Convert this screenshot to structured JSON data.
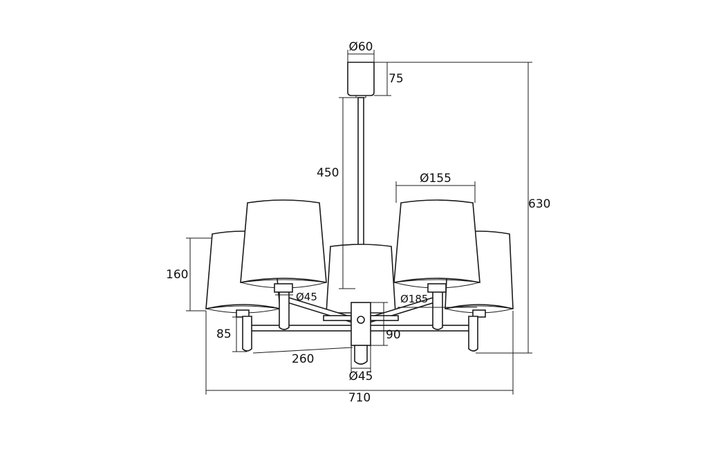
{
  "drawing": {
    "colors": {
      "line": "#1a1a1a",
      "background": "#ffffff"
    },
    "dimensions": {
      "canopy_diameter": "Ø60",
      "canopy_height": "75",
      "rod_length": "450",
      "total_height": "630",
      "shade_top_diameter": "Ø155",
      "shade_height": "160",
      "holder_diameter": "Ø45",
      "shade_bottom_diameter": "Ø185",
      "arm_drop": "85",
      "arm_length": "260",
      "hub_height": "90",
      "hub_diameter": "Ø45",
      "total_width": "710"
    }
  }
}
